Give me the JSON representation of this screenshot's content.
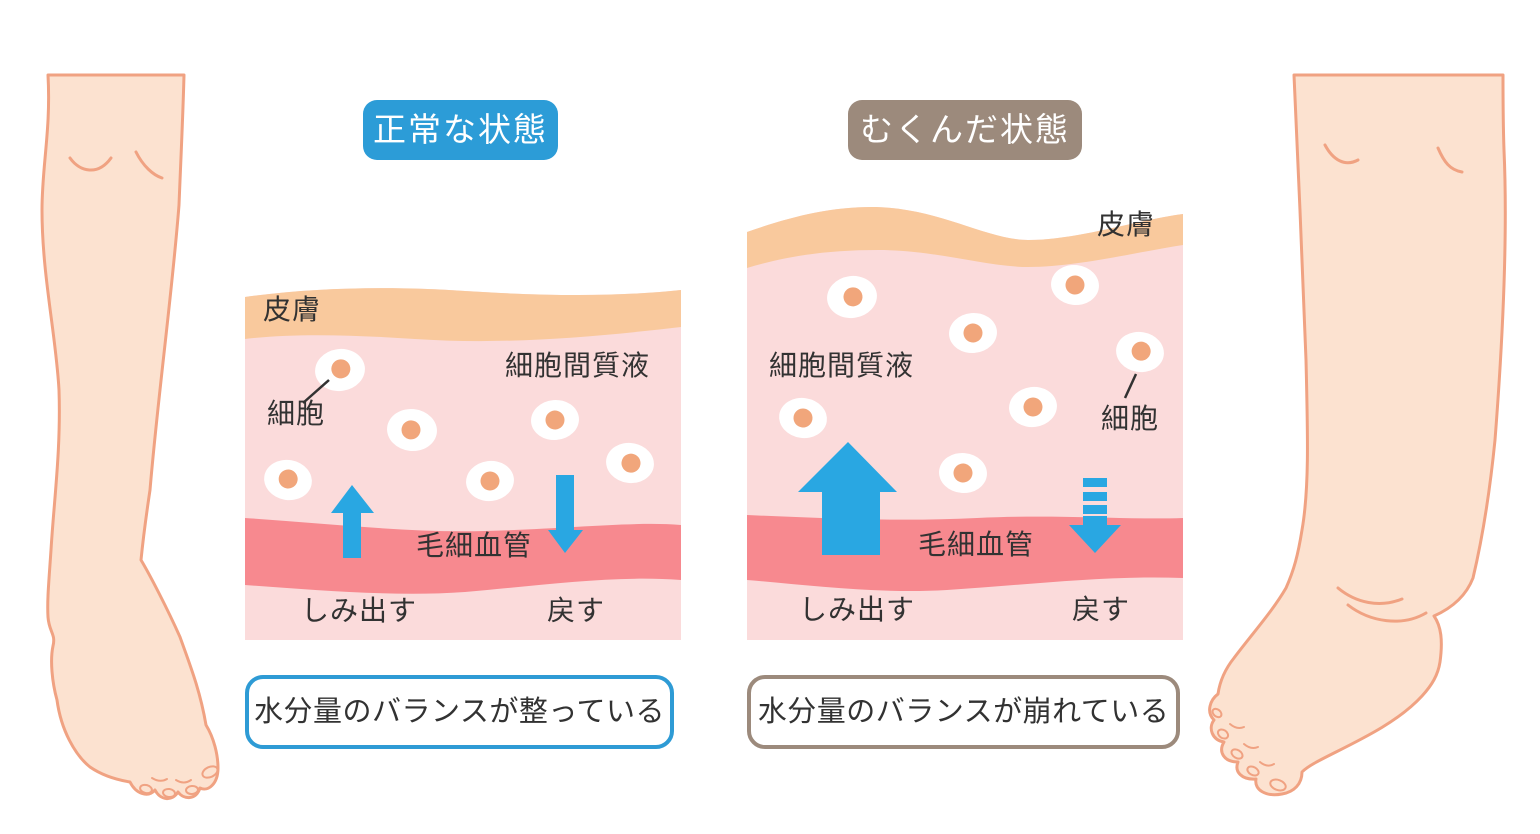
{
  "panels": {
    "normal": {
      "header": "正常な状態",
      "caption": "水分量のバランスが整っている",
      "labels": {
        "skin": "皮膚",
        "interstitial_fluid": "細胞間質液",
        "cell": "細胞",
        "capillary": "毛細血管",
        "seep_out": "しみ出す",
        "return_flow": "戻す"
      }
    },
    "swollen": {
      "header": "むくんだ状態",
      "caption": "水分量のバランスが崩れている",
      "labels": {
        "skin": "皮膚",
        "interstitial_fluid": "細胞間質液",
        "cell": "細胞",
        "capillary": "毛細血管",
        "seep_out": "しみ出す",
        "return_flow": "戻す"
      }
    }
  },
  "colors": {
    "normal_accent": "#2C9CD7",
    "swollen_accent": "#9C8A7C",
    "arrow_blue": "#29A7E2",
    "skin_band": "#F9C99D",
    "tissue_pink": "#FBDBDB",
    "capillary_pink": "#F7898F",
    "cell_nucleus": "#F1A67B",
    "leg_fill": "#FCE2D0",
    "leg_outline": "#F0A282"
  }
}
